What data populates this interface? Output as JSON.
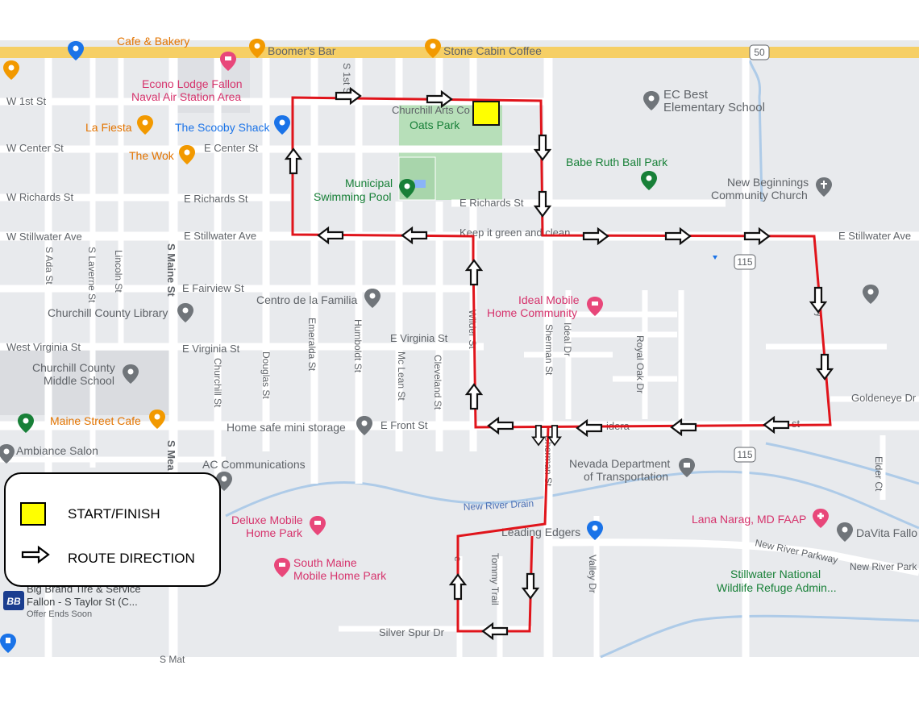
{
  "legend": {
    "start_finish": "START/FINISH",
    "route_direction": "ROUTE DIRECTION"
  },
  "colors": {
    "route": "#e0141b",
    "start_marker": "#ffff00",
    "road": "#ffffff",
    "highway": "#f6cf65",
    "park": "#b7dfb9",
    "water": "#aecbe8",
    "map_bg": "#e8eaed"
  },
  "streets": {
    "w_1st": "W 1st St",
    "w_center": "W Center St",
    "e_center": "E Center St",
    "w_richards": "W Richards St",
    "e_richards_left": "E Richards St",
    "e_richards_mid": "E Richards St",
    "w_stillwater": "W Stillwater Ave",
    "e_stillwater_left": "E Stillwater Ave",
    "e_stillwater_right": "E Stillwater Ave",
    "e_fairview": "E Fairview St",
    "e_virginia_left": "E Virginia St",
    "e_virginia_mid": "E Virginia St",
    "west_virginia": "West Virginia St",
    "e_front": "E Front St",
    "silver_spur": "Silver Spur Dr",
    "goldeneye": "Goldeneye Dr",
    "new_river_parkway": "New River Parkway",
    "new_river_park": "New River Park",
    "s_ada": "S Ada St",
    "s_laverne": "S Laverne St",
    "lincoln": "Lincoln St",
    "s_maine": "S Maine St",
    "s_maine_lower": "S Mea",
    "churchill": "Churchill St",
    "douglas": "Douglas St",
    "emeralda": "Emeralda St",
    "humboldt": "Humboldt St",
    "mc_lean": "Mc Lean St",
    "cleveland": "Cleveland St",
    "wilder": "Wilder St",
    "sherman": "Sherman St",
    "sherman_lower": "Sherman St",
    "ideal": "Ideal Dr",
    "royal_oak": "Royal Oak Dr",
    "valley": "Valley Dr",
    "tommy_trail": "Tommy Trail",
    "elder": "Elder Ct",
    "s_1st": "S 1st St",
    "new_river_drain": "New River Drain",
    "keep_green": "Keep it green and clean",
    "front_partial": "idera",
    "hwy_50": "50",
    "hwy_115_top": "115",
    "hwy_115_bottom": "115",
    "front_right": "st",
    "pierson_partial": "y",
    "wilder_side": "e"
  },
  "places": {
    "cafe_bakery": "Cafe & Bakery",
    "boomers_bar": "Boomer's Bar",
    "stone_cabin": "Stone Cabin Coffee",
    "econo_lodge_1": "Econo Lodge Fallon",
    "econo_lodge_2": "Naval Air Station Area",
    "churchill_arts": "Churchill Arts Co",
    "oats_park": "Oats Park",
    "ec_best_1": "EC Best",
    "ec_best_2": "Elementary School",
    "la_fiesta": "La Fiesta",
    "scooby_shack": "The Scooby Shack",
    "the_wok": "The Wok",
    "babe_ruth": "Babe Ruth Ball Park",
    "municipal_pool_1": "Municipal",
    "municipal_pool_2": "Swimming Pool",
    "new_beginnings_1": "New Beginnings",
    "new_beginnings_2": "Community Church",
    "centro": "Centro de la Familia",
    "ideal_mobile_1": "Ideal Mobile",
    "ideal_mobile_2": "Home Community",
    "library": "Churchill County Library",
    "middle_school_1": "Churchill County",
    "middle_school_2": "Middle School",
    "maine_cafe": "Maine Street Cafe",
    "home_safe": "Home safe mini storage",
    "ambiance": "Ambiance Salon",
    "ac_comm": "AC Communications",
    "nevada_dot_1": "Nevada Department",
    "nevada_dot_2": "of Transportation",
    "deluxe_1": "Deluxe Mobile",
    "deluxe_2": "Home Park",
    "lana": "Lana Narag, MD FAAP",
    "davita": "DaVita Fallo",
    "leading_edgers": "Leading Edgers",
    "south_maine_1": "South Maine",
    "south_maine_2": "Mobile Home Park",
    "stillwater_1": "Stillwater National",
    "stillwater_2": "Wildlife Refuge Admin...",
    "big_brand_1": "Big Brand Tire & Service",
    "big_brand_2": "Fallon - S Taylor St (C...",
    "big_brand_3": "Offer Ends Soon",
    "big_brand_logo": "BB",
    "south_bottom": "S Mat"
  }
}
